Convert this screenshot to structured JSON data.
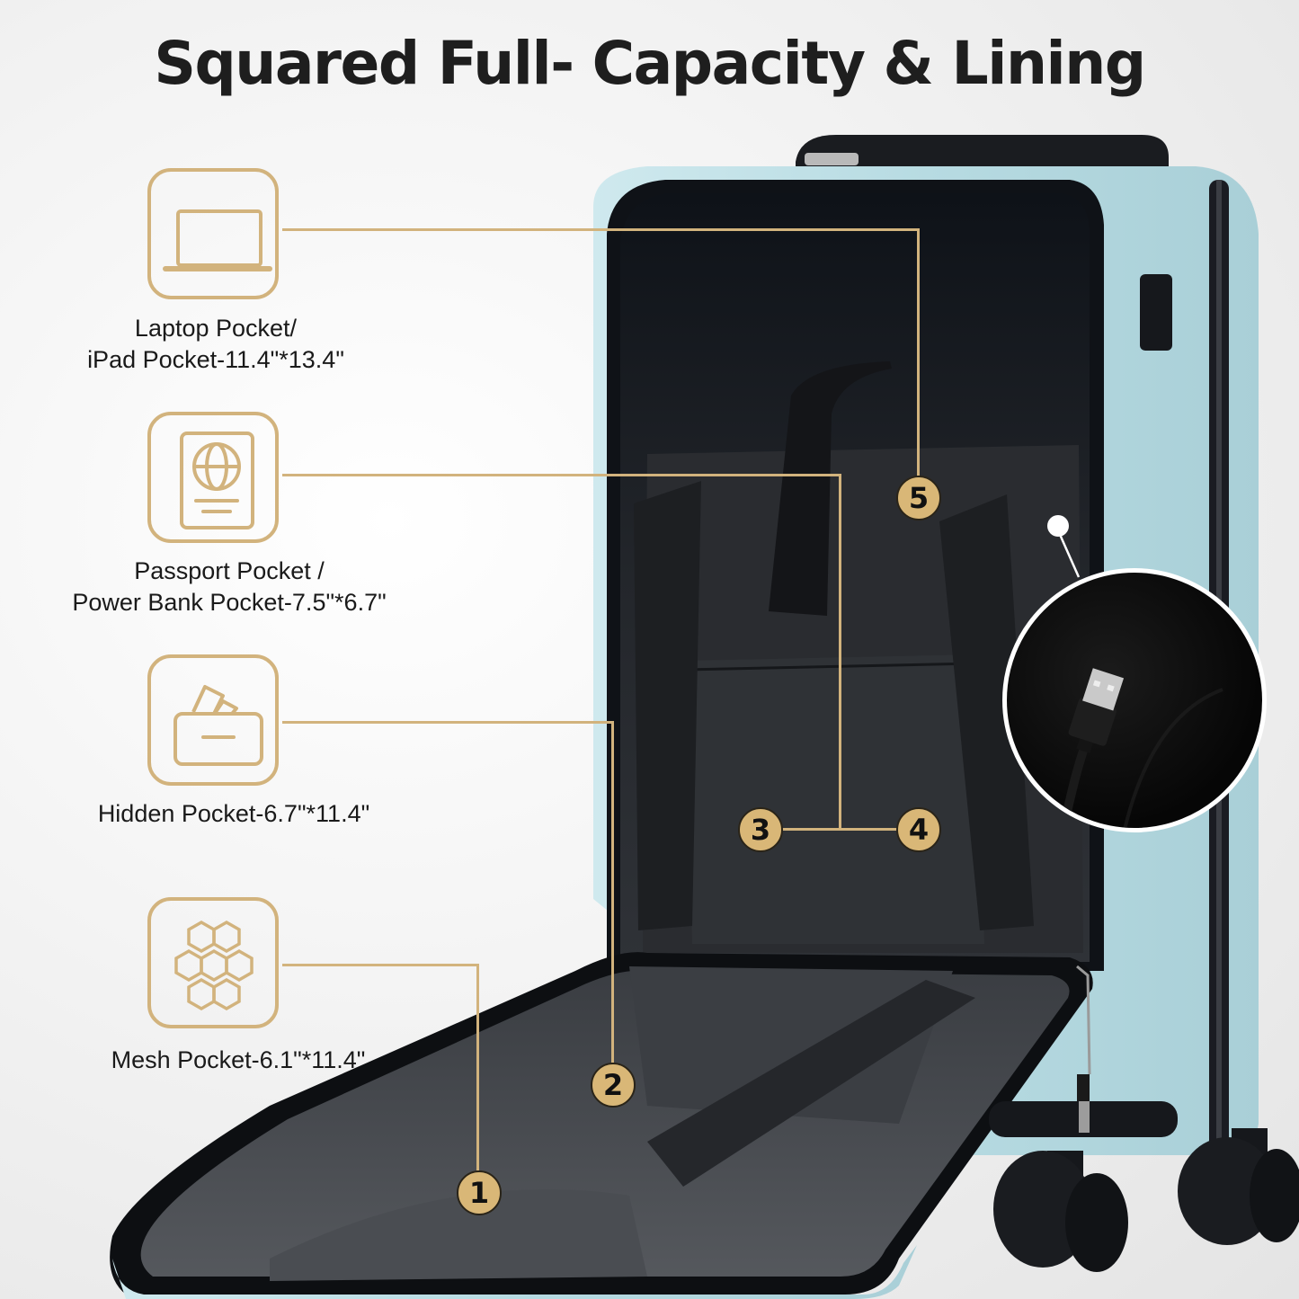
{
  "title": "Squared Full- Capacity & Lining",
  "colors": {
    "accent_gold": "#d2b37d",
    "badge_fill": "#d9b777",
    "title_text": "#1e1e1e",
    "suitcase_shell": "#b9dde3",
    "lining": "#1c1f24",
    "background": "#efefef"
  },
  "features": [
    {
      "icon": "laptop-icon",
      "label_line1": "Laptop Pocket/",
      "label_line2": "iPad Pocket-11.4\"*13.4\"",
      "badge": "5"
    },
    {
      "icon": "passport-icon",
      "label_line1": "Passport Pocket /",
      "label_line2": "Power Bank Pocket-7.5\"*6.7\"",
      "badge": "3,4"
    },
    {
      "icon": "card-wallet-icon",
      "label_line1": "Hidden Pocket-6.7\"*11.4\"",
      "label_line2": "",
      "badge": "2"
    },
    {
      "icon": "honeycomb-mesh-icon",
      "label_line1": "Mesh Pocket-6.1\"*11.4\"",
      "label_line2": "",
      "badge": "1"
    }
  ],
  "badges": [
    "1",
    "2",
    "3",
    "4",
    "5"
  ],
  "callout": {
    "icon": "usb-cable-icon",
    "description": "USB charging port detail"
  }
}
